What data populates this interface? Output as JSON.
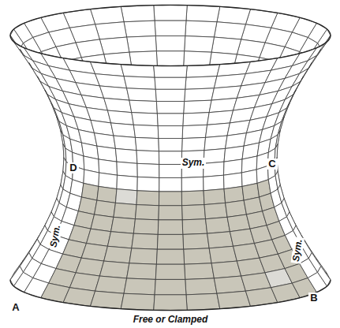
{
  "diagram": {
    "labels": [
      "D",
      "Sym.",
      "C",
      "Sym.",
      "Sym.",
      "A",
      "B",
      "Free or Clamped"
    ]
  }
}
